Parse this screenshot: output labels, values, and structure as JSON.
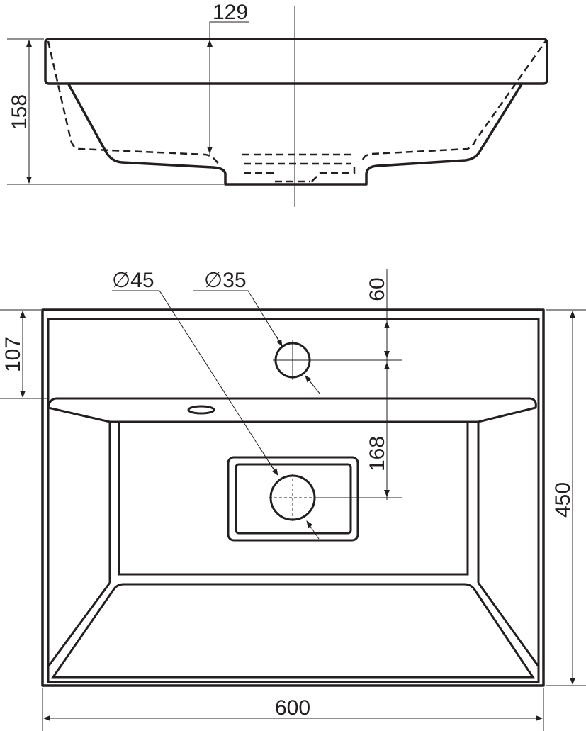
{
  "side_view": {
    "depth_label": "129",
    "height_label": "158"
  },
  "top_view": {
    "drain_diameter_label": "∅45",
    "tap_hole_diameter_label": "∅35",
    "tap_offset_label": "60",
    "rim_depth_label": "107",
    "tap_to_drain_label": "168",
    "depth_label": "450",
    "width_label": "600"
  }
}
